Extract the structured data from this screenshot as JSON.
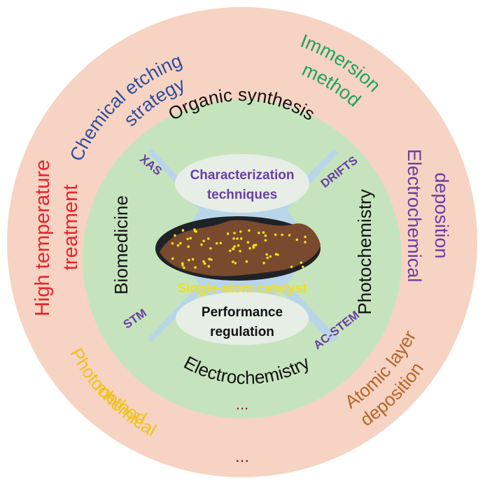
{
  "outer_ring": {
    "chemical_etching": [
      "Chemical etching",
      "strategy"
    ],
    "immersion": [
      "Immersion",
      "method"
    ],
    "electrochemical_deposition": [
      "Electrochemical",
      "deposition"
    ],
    "atomic_layer_deposition": [
      "Atomic layer",
      "deposition"
    ],
    "photochemical_method": [
      "Photochemical",
      "method"
    ],
    "high_temperature": [
      "High temperature",
      "treatment"
    ],
    "ellipsis": "..."
  },
  "middle_ring": {
    "organic_synthesis": "Organic synthesis",
    "photochemistry": "Photochemistry",
    "electrochemistry": "Electrochemistry",
    "biomedicine": "Biomedicine",
    "ellipsis": "..."
  },
  "techniques": {
    "xas": "XAS",
    "drifts": "DRIFTS",
    "stm": "STM",
    "ac_stem": "AC-STEM"
  },
  "center": {
    "characterization": [
      "Characterization",
      "techniques"
    ],
    "performance": [
      "Performance",
      "regulation"
    ],
    "single_atom": "Single-atom  catalyst"
  },
  "colors": {
    "outer_ring": "#f7d3c3",
    "middle_ring": "#c5e4bd",
    "inner_disk": "#b9d5e9",
    "ellipse": "#e6eee6",
    "blue_text": "#2f4f9c",
    "green_text": "#1aa55a",
    "purple_text": "#6a3ea1",
    "brown_text": "#b5652a",
    "yellow_text": "#f0c21c",
    "red_text": "#e8232b",
    "dark_red": "#8b1a1a",
    "catalyst_yellow": "#f0e020"
  }
}
